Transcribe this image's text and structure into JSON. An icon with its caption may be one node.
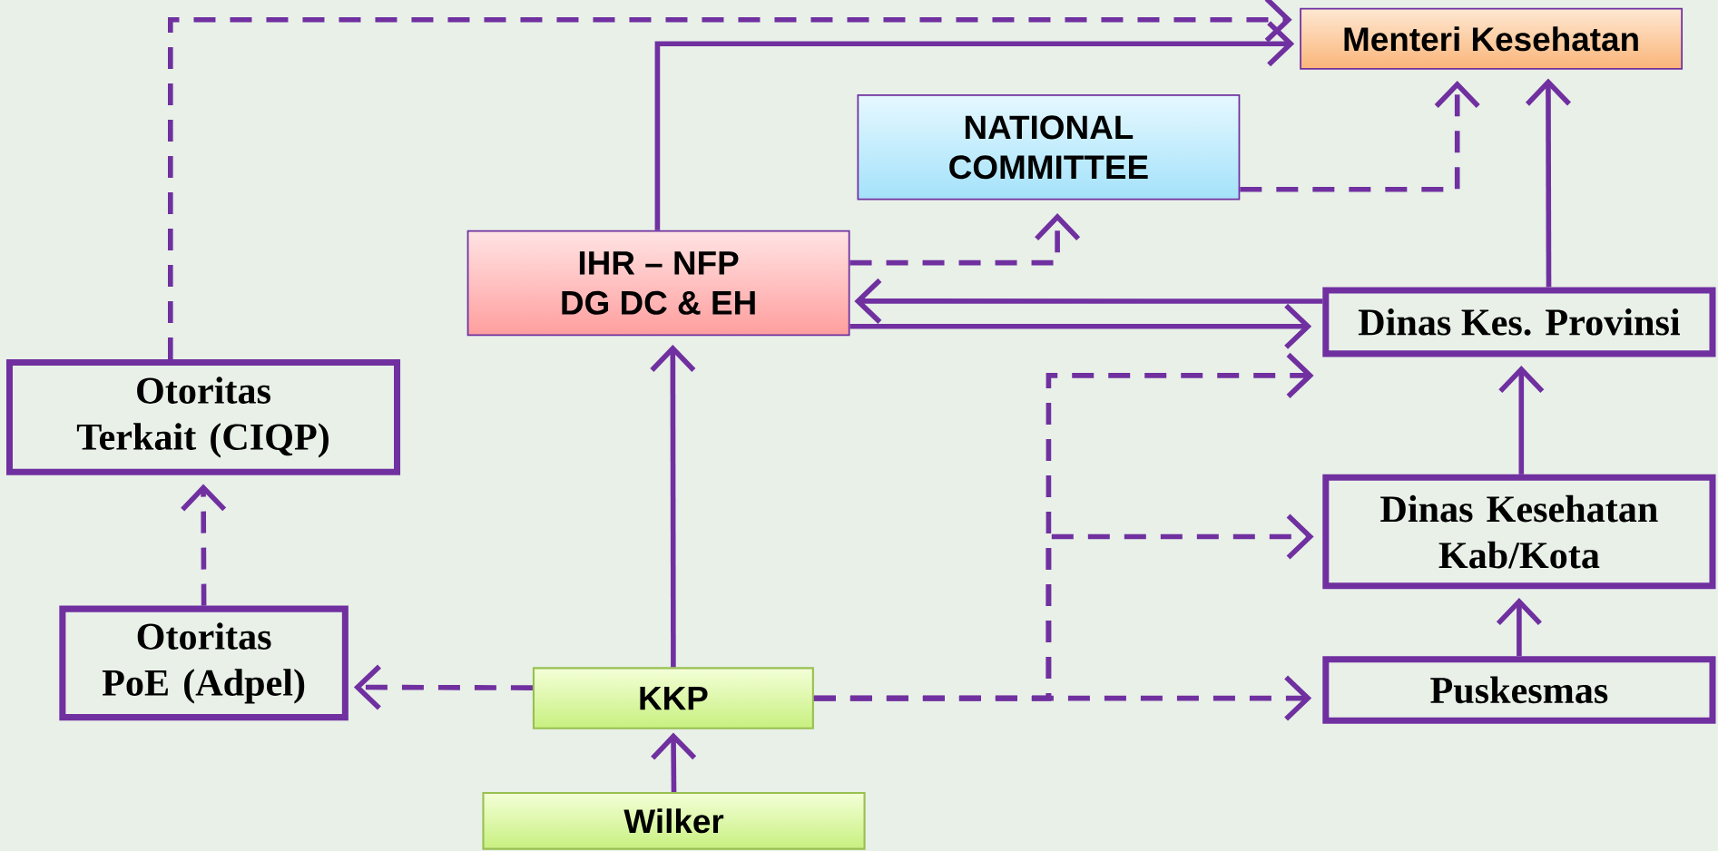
{
  "diagram": {
    "nodes": [
      {
        "text": [
          "Menteri Kesehatan"
        ]
      },
      {
        "text": [
          "NATIONAL COMMITTEE"
        ]
      },
      {
        "text": [
          "IHR – NFP",
          "DG DC & EH"
        ]
      },
      {
        "text": [
          "Dinas Kes. Provinsi"
        ]
      },
      {
        "text": [
          "Otoritas Terkait (CIQP)"
        ]
      },
      {
        "text": [
          "Dinas Kesehatan Kab/Kota"
        ]
      },
      {
        "text": [
          "Otoritas PoE (Adpel)"
        ]
      },
      {
        "text": [
          "KKP"
        ]
      },
      {
        "text": [
          "Puskesmas"
        ]
      },
      {
        "text": [
          "Wilker"
        ]
      }
    ],
    "edges": [
      {
        "from": 4,
        "to": 0,
        "arrow": "to",
        "style": "dashed"
      },
      {
        "from": 2,
        "to": 0,
        "arrow": "to"
      },
      {
        "from": 2,
        "to": 1,
        "arrow": "to",
        "style": "dashed"
      },
      {
        "from": 1,
        "to": 0,
        "arrow": "to",
        "style": "dashed"
      },
      {
        "from": 3,
        "to": 0,
        "arrow": "to"
      },
      {
        "from": 3,
        "to": 2,
        "arrow": "to"
      },
      {
        "from": 2,
        "to": 3,
        "arrow": "to"
      },
      {
        "from": 7,
        "to": 3,
        "arrow": "to",
        "style": "dashed"
      },
      {
        "from": 7,
        "to": 5,
        "arrow": "to",
        "style": "dashed"
      },
      {
        "from": 7,
        "to": 8,
        "arrow": "to",
        "style": "dashed"
      },
      {
        "from": 5,
        "to": 3,
        "arrow": "to"
      },
      {
        "from": 8,
        "to": 5,
        "arrow": "to"
      },
      {
        "from": 7,
        "to": 2,
        "arrow": "to"
      },
      {
        "from": 9,
        "to": 7,
        "arrow": "to"
      },
      {
        "from": 7,
        "to": 6,
        "arrow": "to",
        "style": "dashed"
      },
      {
        "from": 6,
        "to": 4,
        "arrow": "to",
        "style": "dashed"
      }
    ]
  }
}
